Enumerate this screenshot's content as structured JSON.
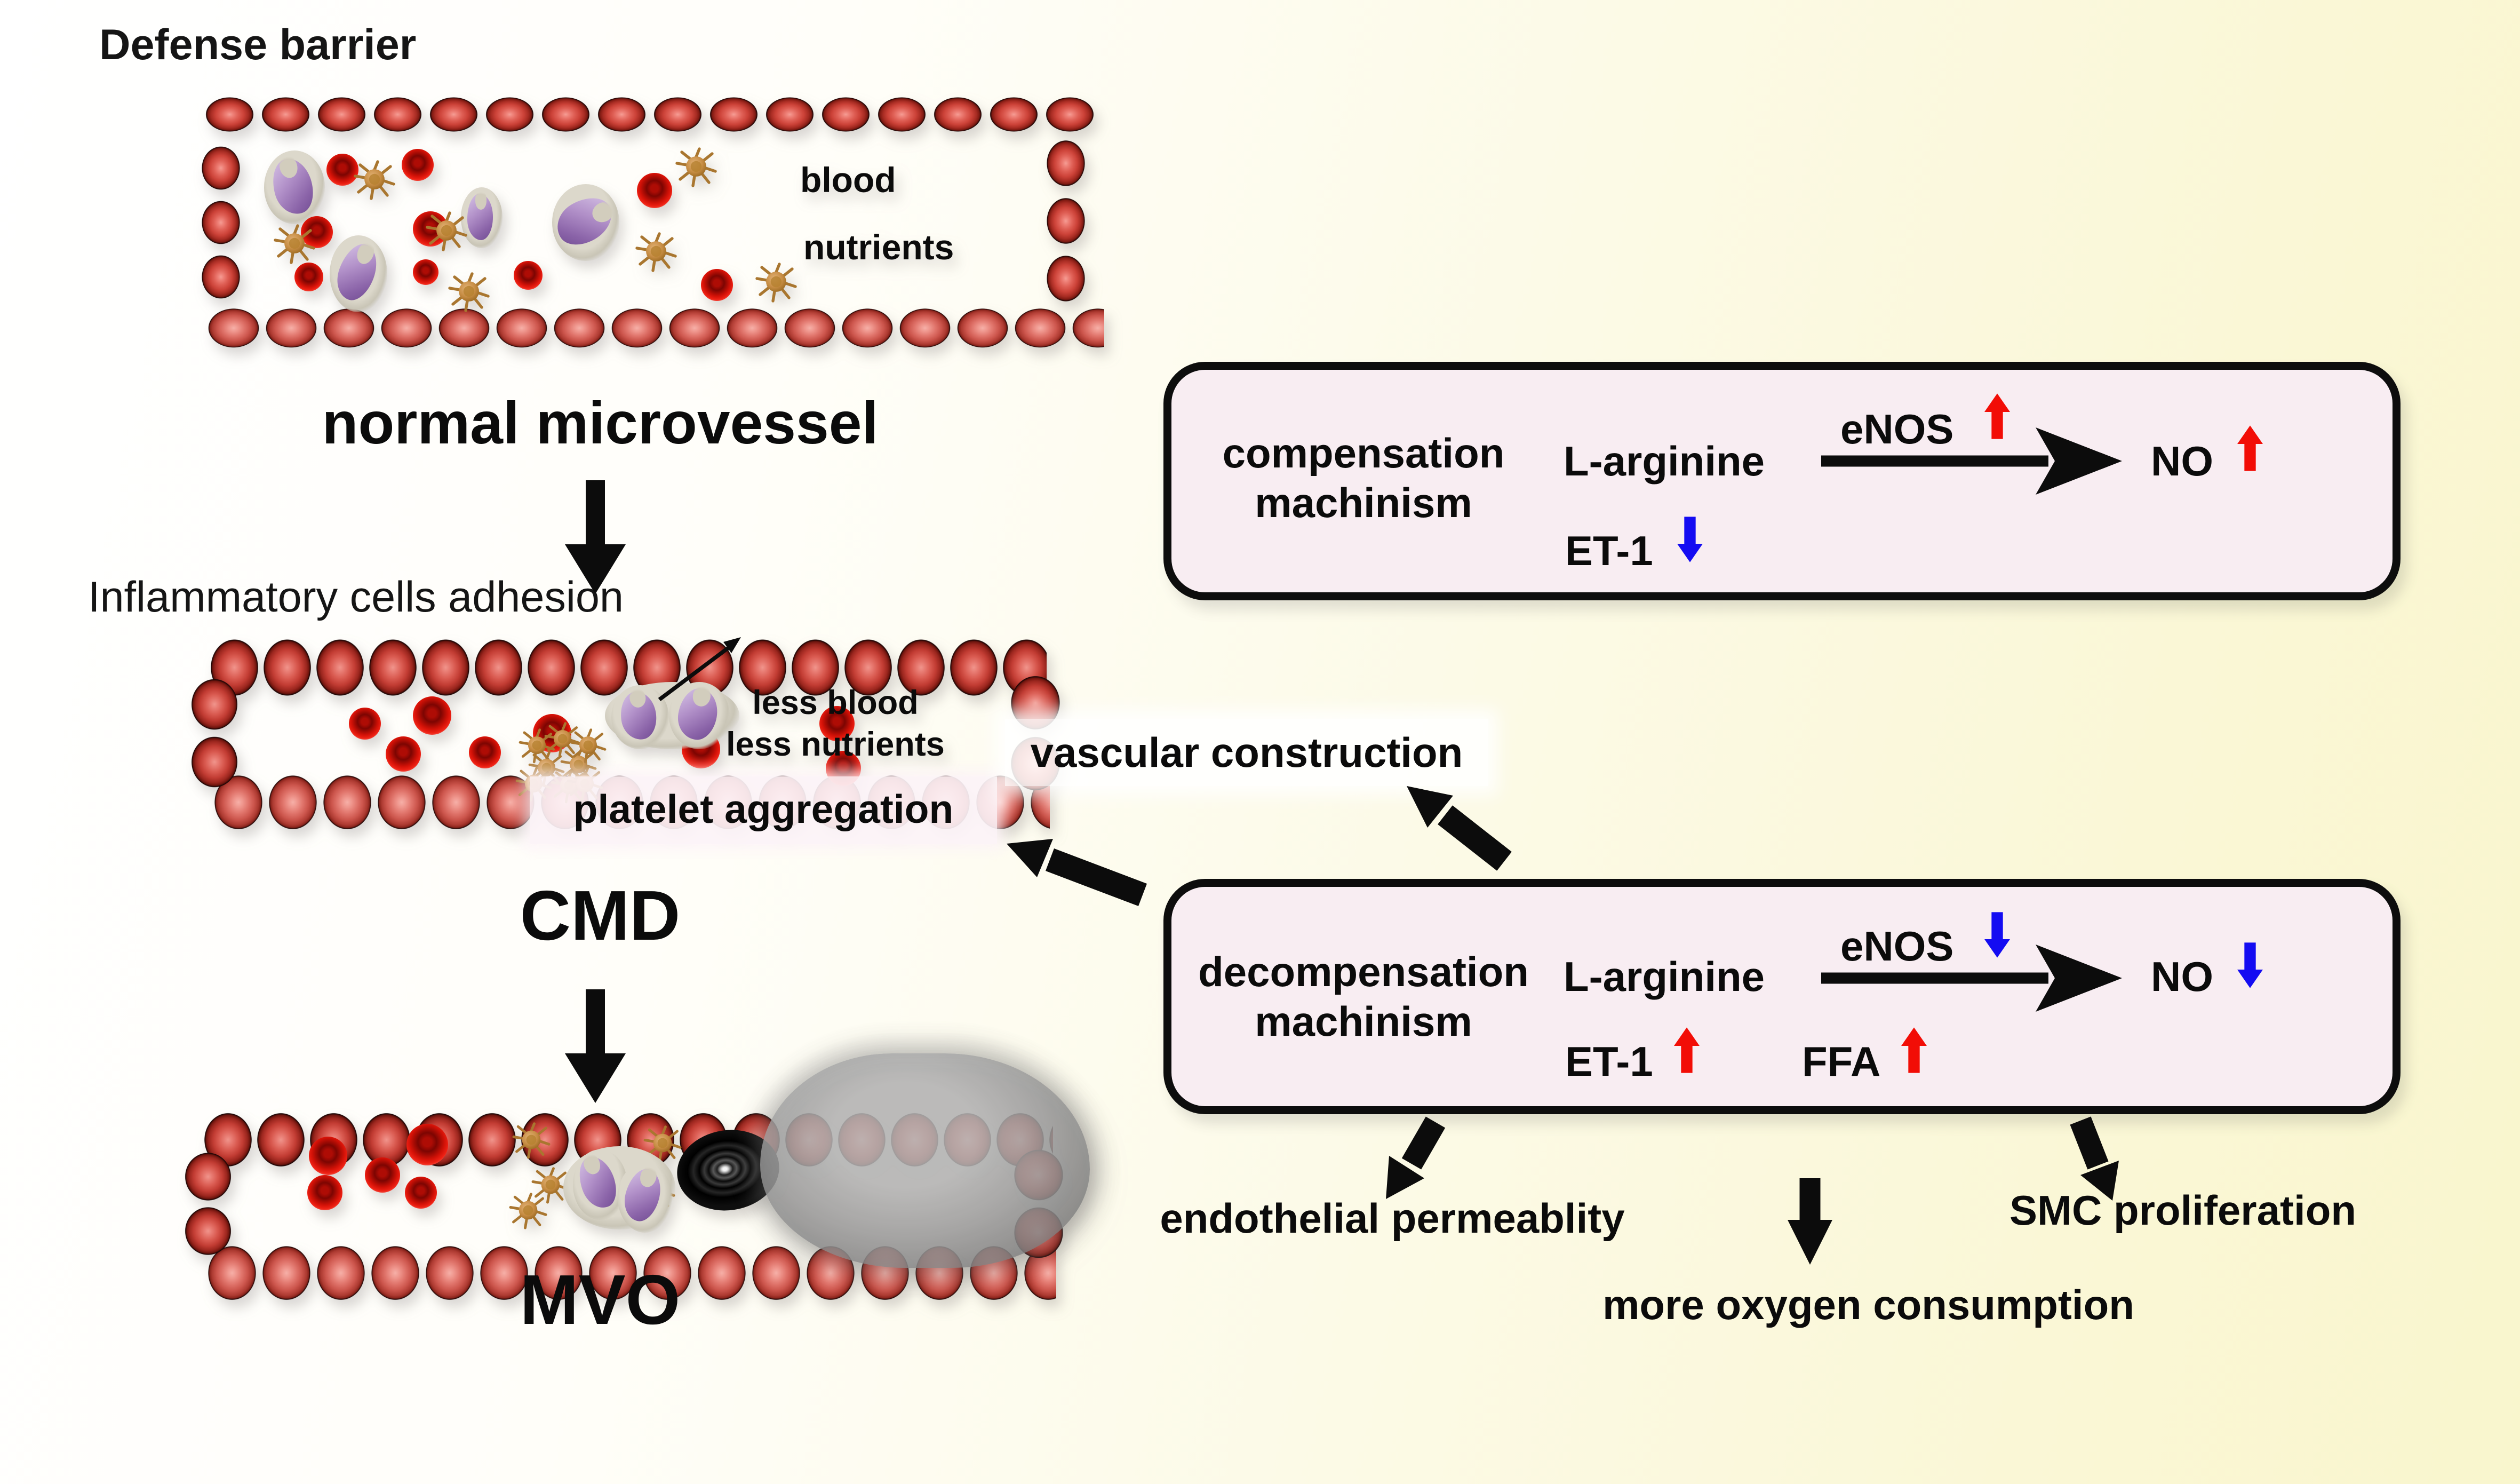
{
  "labels": {
    "defense_barrier": "Defense barrier",
    "inflammatory_adhesion": "Inflammatory cells adhesion"
  },
  "normal_vessel": {
    "caption": "normal microvessel",
    "blood": "blood",
    "nutrients": "nutrients"
  },
  "cmd_vessel": {
    "caption": "CMD",
    "less_blood": "less blood",
    "less_nutrients": "less nutrients",
    "platelet_aggregation": "platelet aggregation"
  },
  "mvo_vessel": {
    "caption": "MVO"
  },
  "intermediate": {
    "vascular_construction": "vascular construction"
  },
  "compensation_box": {
    "title_line1": "compensation",
    "title_line2": "machinism",
    "substrate": "L-arginine",
    "enzyme": "eNOS",
    "enzyme_trend": "up",
    "product": "NO",
    "product_trend": "up",
    "et1_label": "ET-1",
    "et1_trend": "down"
  },
  "decompensation_box": {
    "title_line1": "decompensation",
    "title_line2": "machinism",
    "substrate": "L-arginine",
    "enzyme": "eNOS",
    "enzyme_trend": "down",
    "product": "NO",
    "product_trend": "down",
    "et1_label": "ET-1",
    "et1_trend": "up",
    "ffa_label": "FFA",
    "ffa_trend": "up"
  },
  "outcomes": {
    "endothelial": "endothelial permeablity",
    "oxygen": "more oxygen consumption",
    "smc": "SMC proliferation"
  },
  "icons": {
    "platelet": "spiky-platelet-icon",
    "immune_cell": "purple-immune-cell",
    "rbc": "red-blood-cell",
    "occlusion": "thrombus-occlusion",
    "trend_up": "up-arrow-icon",
    "trend_down": "down-arrow-icon"
  },
  "colors": {
    "trend_up_red": "#f20d06",
    "trend_down_blue": "#140cf2",
    "box_fill": "#f8edf2",
    "box_border": "#0d0d0d",
    "background_left": "#ffffff",
    "background_right": "#f9f6cd",
    "wall_cell_red": "#cc4238",
    "arrow_black": "#0c0c0c"
  }
}
